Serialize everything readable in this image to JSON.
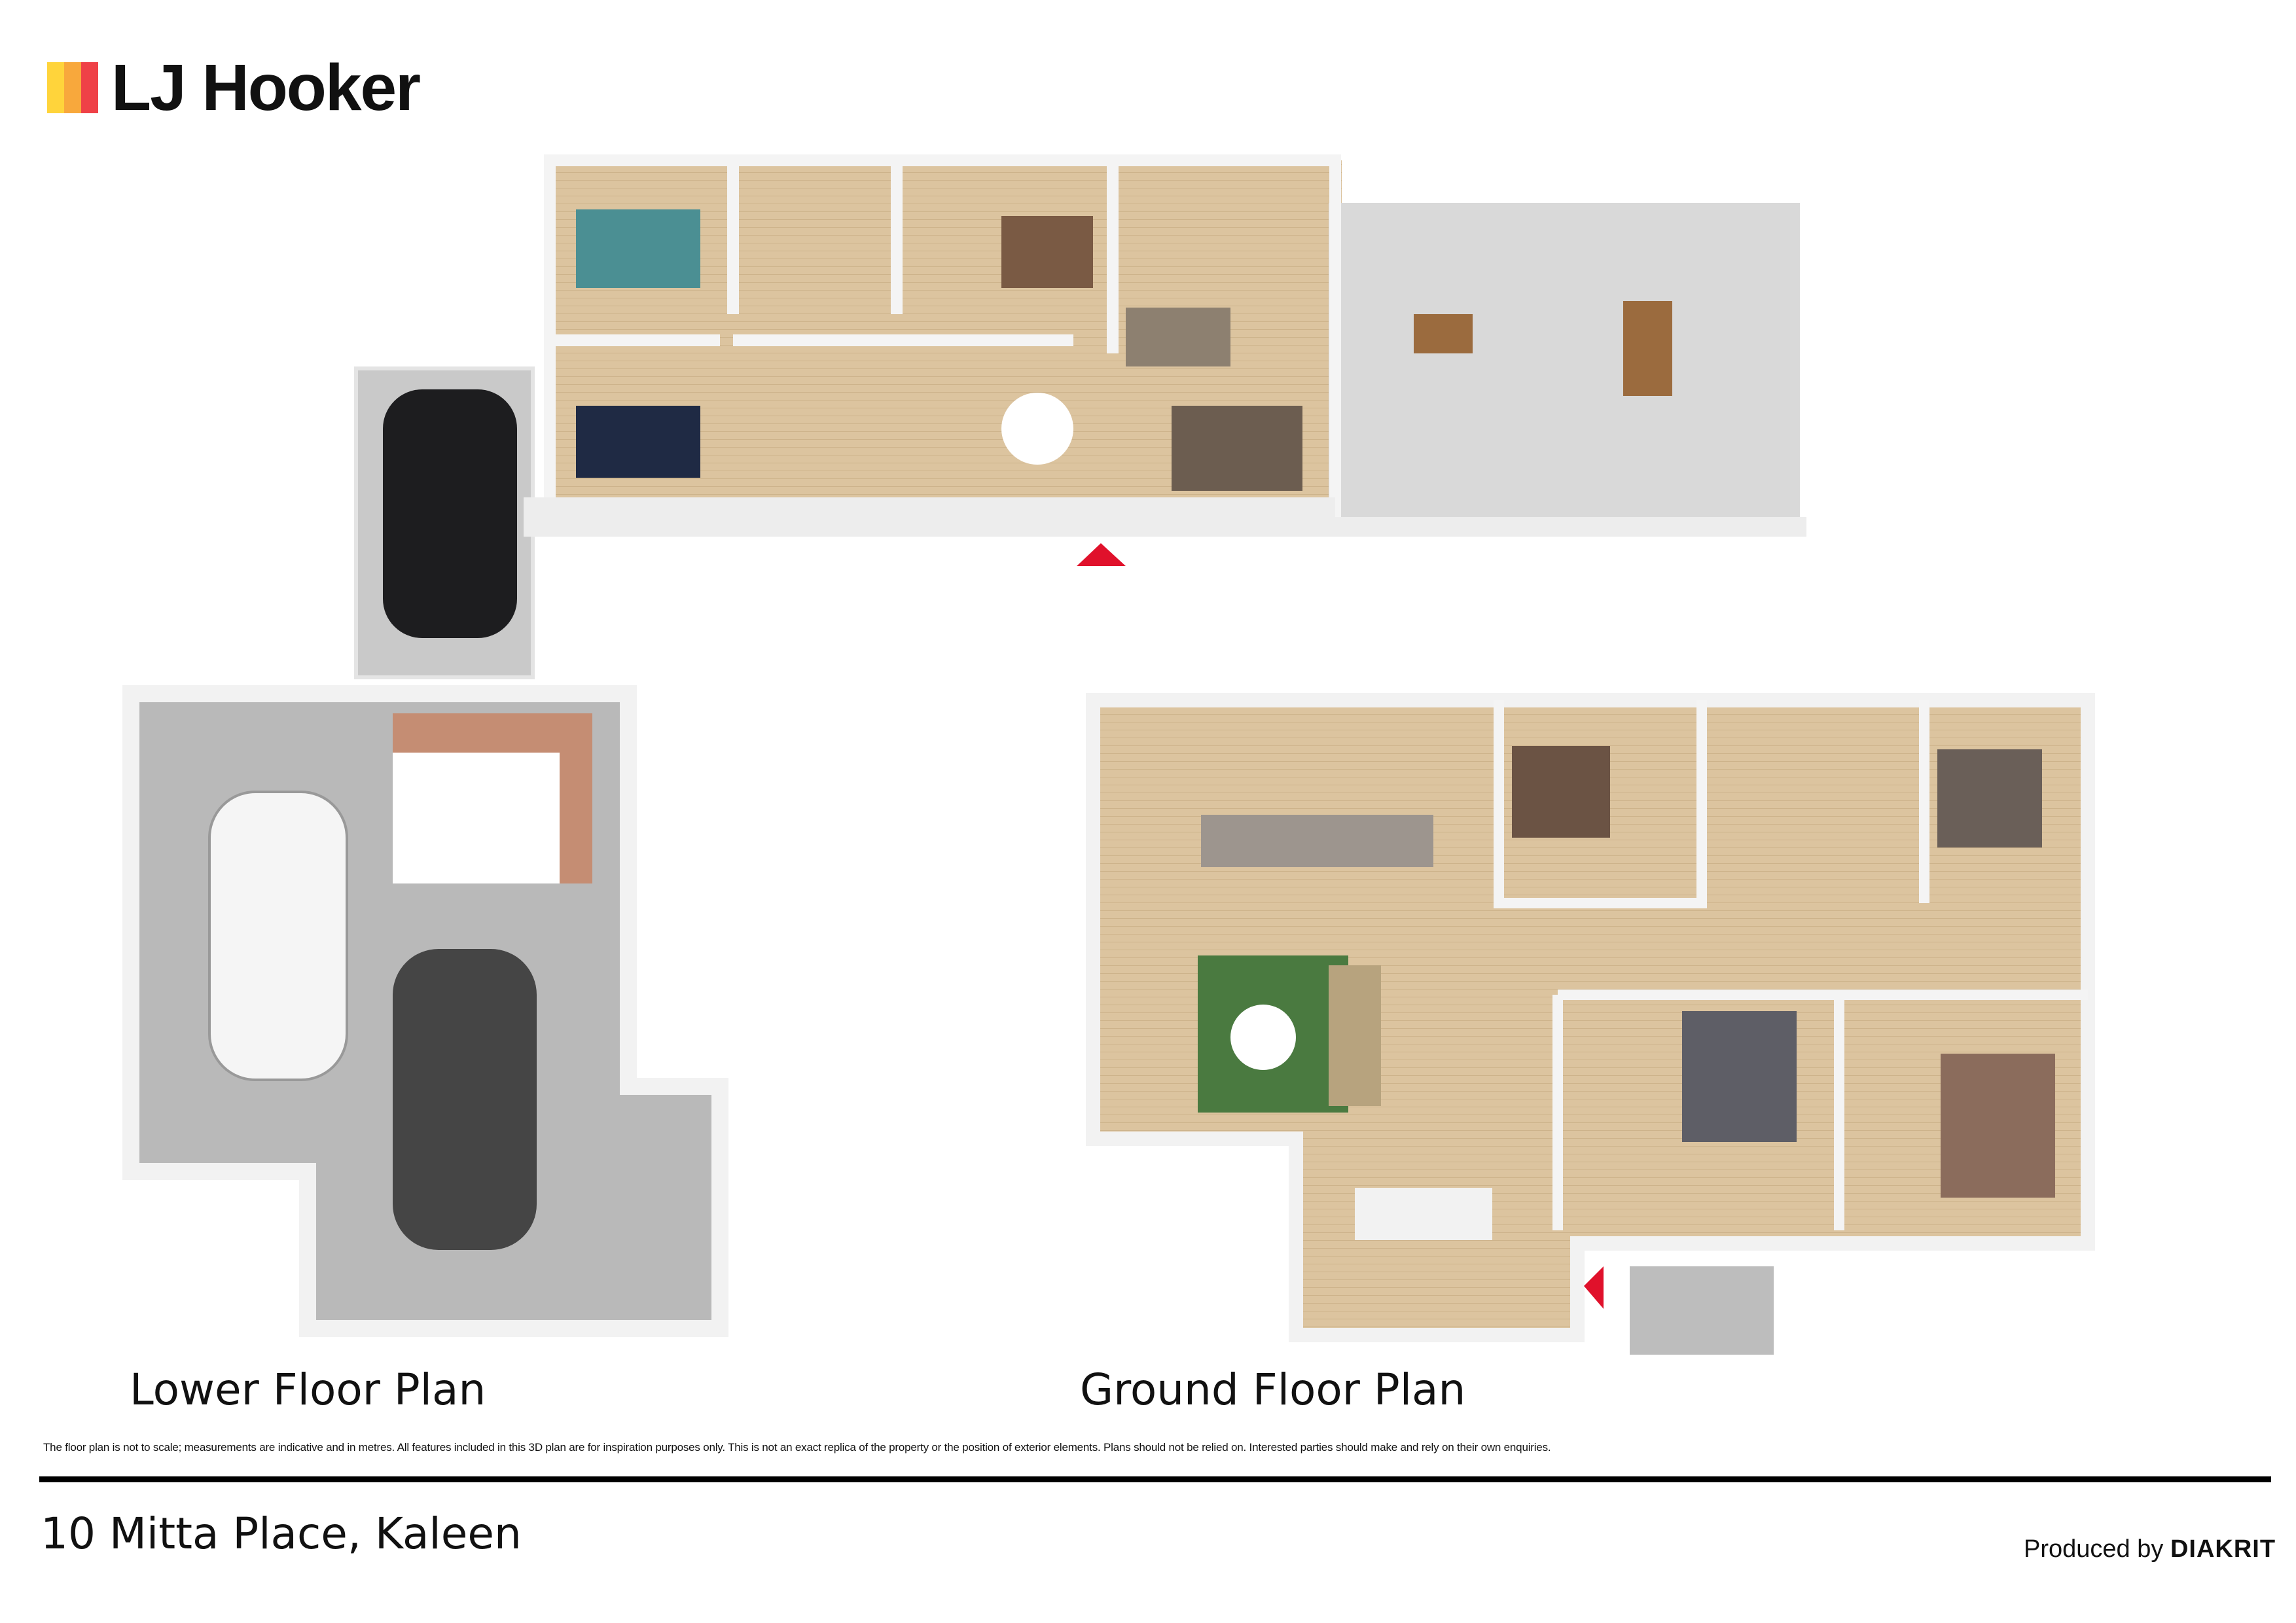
{
  "brand": {
    "logo_text": "LJ Hooker",
    "colors": {
      "yellow": "#FFD43B",
      "orange": "#F8A83C",
      "red": "#EF4147"
    }
  },
  "plans": {
    "lower_label": "Lower Floor Plan",
    "ground_label": "Ground Floor Plan",
    "entry_marker_color": "#E0112B"
  },
  "disclaimer": "The floor plan is not to scale; measurements are indicative and in metres. All features included in this 3D plan are for inspiration purposes only. This is not an exact replica of the property or the position of exterior elements. Plans should not be relied on. Interested parties should make and rely on their own enquiries.",
  "footer": {
    "address": "10 Mitta Place, Kaleen",
    "produced_prefix": "Produced by",
    "produced_brand": "DIAKRIT"
  }
}
